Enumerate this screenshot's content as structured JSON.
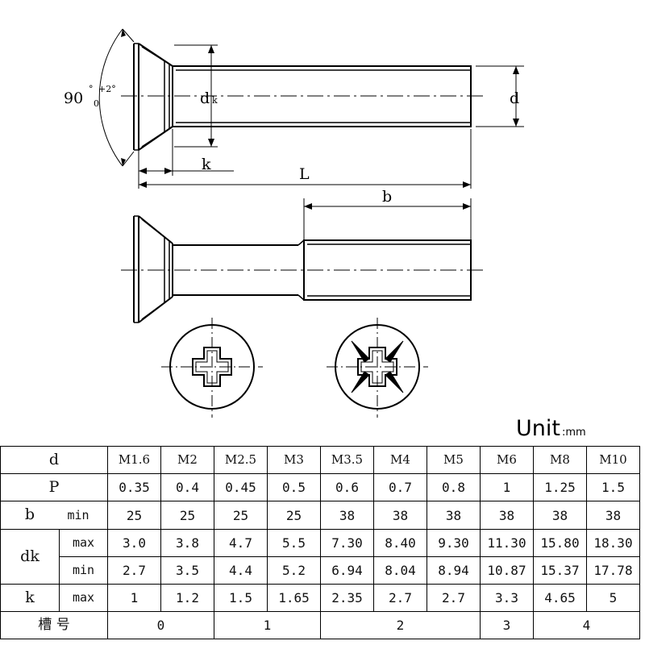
{
  "drawing": {
    "angle_main": "90",
    "angle_tol_upper": "+2°",
    "angle_tol_lower": "0",
    "angle_deg": "°",
    "label_d": "d",
    "label_dk": "d",
    "label_dk_sub": "k",
    "label_k": "k",
    "label_L": "L",
    "label_b": "b"
  },
  "unit": {
    "label": "Unit",
    "suffix": ":mm"
  },
  "table": {
    "row_d": {
      "label": "d",
      "values": [
        "M1.6",
        "M2",
        "M2.5",
        "M3",
        "M3.5",
        "M4",
        "M5",
        "M6",
        "M8",
        "M10"
      ]
    },
    "row_p": {
      "label": "P",
      "values": [
        "0.35",
        "0.4",
        "0.45",
        "0.5",
        "0.6",
        "0.7",
        "0.8",
        "1",
        "1.25",
        "1.5"
      ]
    },
    "row_b": {
      "label": "b",
      "sub": "min",
      "values": [
        "25",
        "25",
        "25",
        "25",
        "38",
        "38",
        "38",
        "38",
        "38",
        "38"
      ]
    },
    "row_dk_max": {
      "label": "dk",
      "sub": "max",
      "values": [
        "3.0",
        "3.8",
        "4.7",
        "5.5",
        "7.30",
        "8.40",
        "9.30",
        "11.30",
        "15.80",
        "18.30"
      ]
    },
    "row_dk_min": {
      "sub": "min",
      "values": [
        "2.7",
        "3.5",
        "4.4",
        "5.2",
        "6.94",
        "8.04",
        "8.94",
        "10.87",
        "15.37",
        "17.78"
      ]
    },
    "row_k": {
      "label": "k",
      "sub": "max",
      "values": [
        "1",
        "1.2",
        "1.5",
        "1.65",
        "2.35",
        "2.7",
        "2.7",
        "3.3",
        "4.65",
        "5"
      ]
    },
    "row_slot": {
      "label": "槽  号",
      "values": [
        "0",
        "1",
        "2",
        "3",
        "4"
      ]
    }
  }
}
